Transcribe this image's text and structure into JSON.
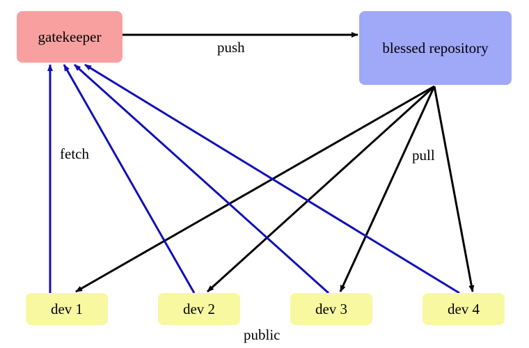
{
  "nodes": {
    "gatekeeper": {
      "label": "gatekeeper",
      "color": "#f8a0a0"
    },
    "blessed": {
      "label": "blessed repository",
      "color": "#a0a8f8"
    },
    "dev1": {
      "label": "dev 1",
      "color": "#f8f8a0"
    },
    "dev2": {
      "label": "dev 2",
      "color": "#f8f8a0"
    },
    "dev3": {
      "label": "dev 3",
      "color": "#f8f8a0"
    },
    "dev4": {
      "label": "dev 4",
      "color": "#f8f8a0"
    }
  },
  "edge_labels": {
    "push": "push",
    "fetch": "fetch",
    "pull": "pull",
    "public": "public"
  },
  "edge_colors": {
    "push": "#000000",
    "pull": "#000000",
    "fetch": "#1010b8"
  },
  "edges": [
    {
      "from": "gatekeeper",
      "to": "blessed",
      "kind": "push"
    },
    {
      "from": "blessed",
      "to": "dev1",
      "kind": "pull"
    },
    {
      "from": "blessed",
      "to": "dev2",
      "kind": "pull"
    },
    {
      "from": "blessed",
      "to": "dev3",
      "kind": "pull"
    },
    {
      "from": "blessed",
      "to": "dev4",
      "kind": "pull"
    },
    {
      "from": "dev1",
      "to": "gatekeeper",
      "kind": "fetch"
    },
    {
      "from": "dev2",
      "to": "gatekeeper",
      "kind": "fetch"
    },
    {
      "from": "dev3",
      "to": "gatekeeper",
      "kind": "fetch"
    },
    {
      "from": "dev4",
      "to": "gatekeeper",
      "kind": "fetch"
    }
  ]
}
